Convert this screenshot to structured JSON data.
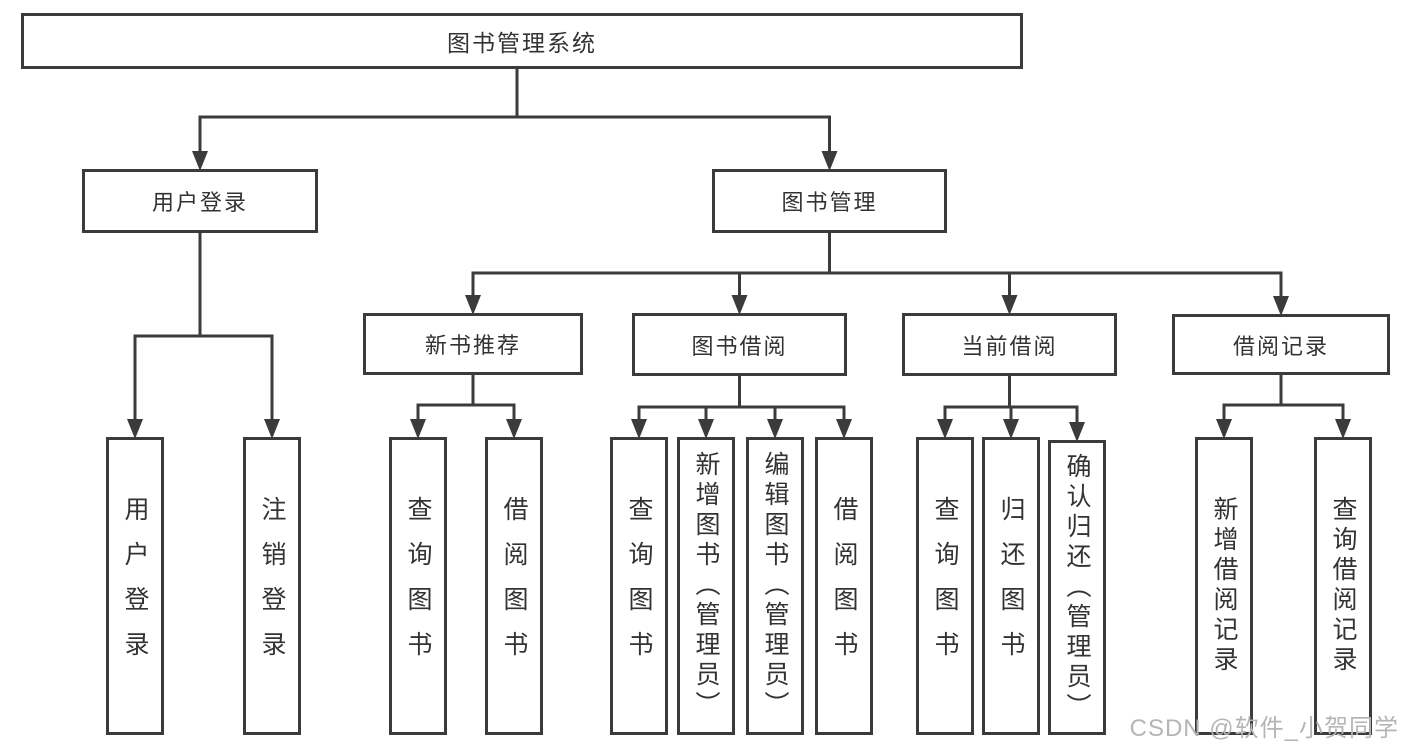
{
  "diagram": {
    "title": "图书管理系统",
    "watermark": "CSDN @软件_小贺同学",
    "colors": {
      "line": "#3b3b3b",
      "text": "#333333",
      "watermark": "#b5b5b5",
      "background": "#ffffff"
    },
    "nodes": [
      {
        "id": "root",
        "label": "图书管理系统",
        "level": 1
      },
      {
        "id": "user-login",
        "label": "用户登录",
        "level": 2
      },
      {
        "id": "book-mgmt",
        "label": "图书管理",
        "level": 2
      },
      {
        "id": "new-book-rec",
        "label": "新书推荐",
        "level": 3
      },
      {
        "id": "book-borrow",
        "label": "图书借阅",
        "level": 3
      },
      {
        "id": "current-borrow",
        "label": "当前借阅",
        "level": 3
      },
      {
        "id": "borrow-records",
        "label": "借阅记录",
        "level": 3
      },
      {
        "id": "login-user",
        "label": "用户登录",
        "level": 4
      },
      {
        "id": "logout",
        "label": "注销登录",
        "level": 4
      },
      {
        "id": "rec-query-book",
        "label": "查询图书",
        "level": 4
      },
      {
        "id": "rec-borrow-book",
        "label": "借阅图书",
        "level": 4
      },
      {
        "id": "bb-query-book",
        "label": "查询图书",
        "level": 4
      },
      {
        "id": "bb-add-book",
        "label": "新增图书（管理员）",
        "level": 4
      },
      {
        "id": "bb-edit-book",
        "label": "编辑图书（管理员）",
        "level": 4
      },
      {
        "id": "bb-borrow-book",
        "label": "借阅图书",
        "level": 4
      },
      {
        "id": "cb-query-book",
        "label": "查询图书",
        "level": 4
      },
      {
        "id": "cb-return-book",
        "label": "归还图书",
        "level": 4
      },
      {
        "id": "cb-confirm-return",
        "label": "确认归还（管理员）",
        "level": 4
      },
      {
        "id": "br-add-record",
        "label": "新增借阅记录",
        "level": 4
      },
      {
        "id": "br-query-record",
        "label": "查询借阅记录",
        "level": 4
      }
    ],
    "edges": [
      {
        "from": "root",
        "to": [
          "user-login",
          "book-mgmt"
        ]
      },
      {
        "from": "user-login",
        "to": [
          "login-user",
          "logout"
        ]
      },
      {
        "from": "book-mgmt",
        "to": [
          "new-book-rec",
          "book-borrow",
          "current-borrow",
          "borrow-records"
        ]
      },
      {
        "from": "new-book-rec",
        "to": [
          "rec-query-book",
          "rec-borrow-book"
        ]
      },
      {
        "from": "book-borrow",
        "to": [
          "bb-query-book",
          "bb-add-book",
          "bb-edit-book",
          "bb-borrow-book"
        ]
      },
      {
        "from": "current-borrow",
        "to": [
          "cb-query-book",
          "cb-return-book",
          "cb-confirm-return"
        ]
      },
      {
        "from": "borrow-records",
        "to": [
          "br-add-record",
          "br-query-record"
        ]
      }
    ]
  }
}
